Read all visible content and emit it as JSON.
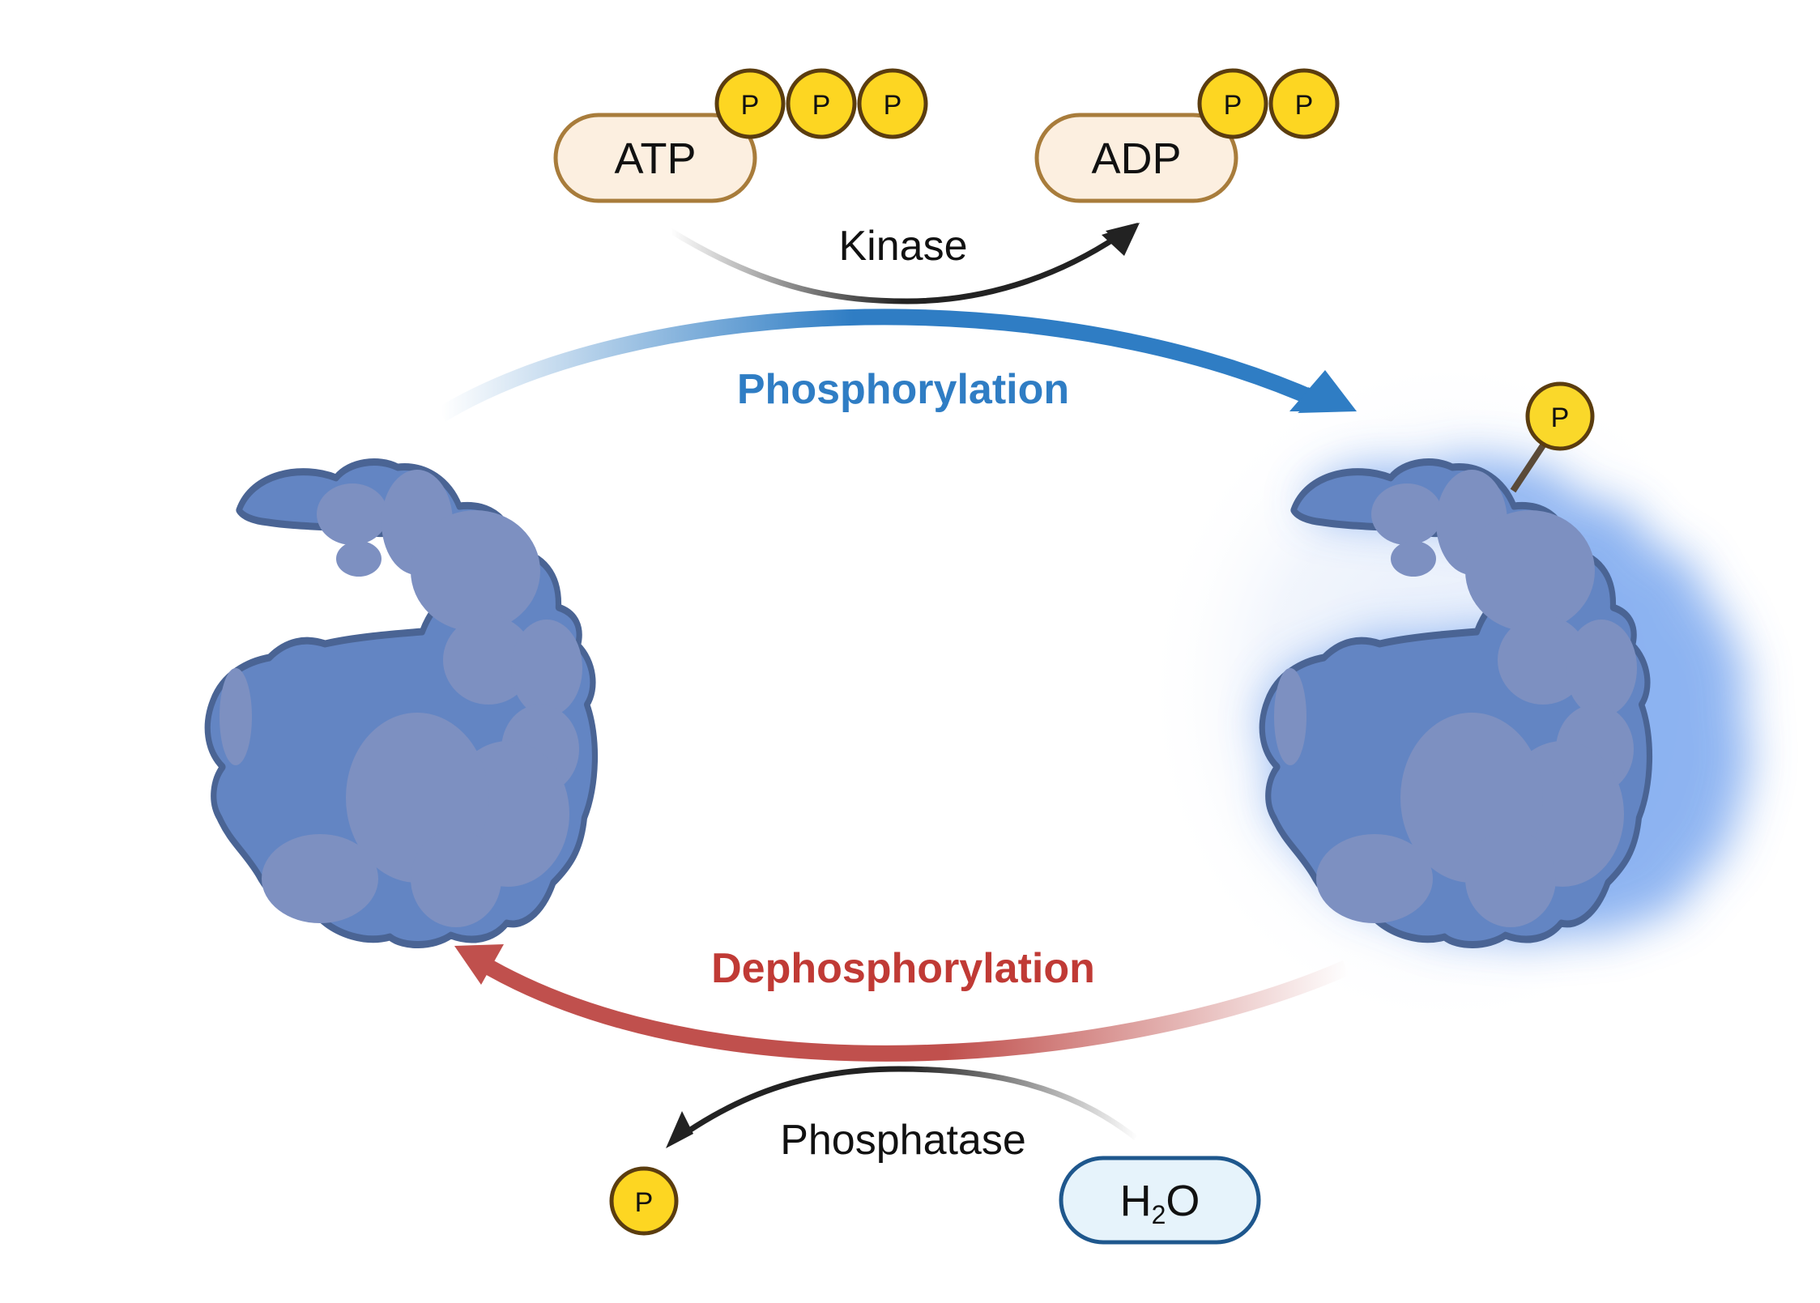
{
  "diagram": {
    "title": "Protein phosphorylation / dephosphorylation cycle",
    "colors": {
      "background": "#ffffff",
      "phosphorylation": "#2f7dc4",
      "dephosphorylation": "#c0504d",
      "dephosphorylation_text": "#c03a35",
      "enzyme_arrow": "#222222",
      "protein_fill": "#6385c3",
      "protein_highlight": "#7d90c1",
      "protein_outline": "#4a6494",
      "active_glow": "#7aa7ef",
      "phosphate_fill": "#fdd622",
      "phosphate_outline": "#5b3d0f",
      "nucleotide_fill": "#fcefe0",
      "nucleotide_outline": "#a87c3b",
      "water_fill": "#e6f3fb",
      "water_outline": "#1e578d"
    },
    "top_reaction": {
      "substrate": {
        "label": "ATP",
        "phosphates": [
          "P",
          "P",
          "P"
        ]
      },
      "product": {
        "label": "ADP",
        "phosphates": [
          "P",
          "P"
        ]
      },
      "enzyme": "Kinase"
    },
    "process_forward": {
      "label": "Phosphorylation",
      "direction": "left-to-right"
    },
    "process_reverse": {
      "label": "Dephosphorylation",
      "direction": "right-to-left"
    },
    "bottom_reaction": {
      "enzyme": "Phosphatase",
      "released": {
        "label": "P"
      },
      "reactant": {
        "label_main": "H",
        "label_sub": "2",
        "label_tail": "O"
      }
    },
    "proteins": [
      {
        "state": "unphosphorylated",
        "position": "left"
      },
      {
        "state": "phosphorylated",
        "position": "right",
        "attached_phosphate": "P",
        "glow": true
      }
    ]
  }
}
